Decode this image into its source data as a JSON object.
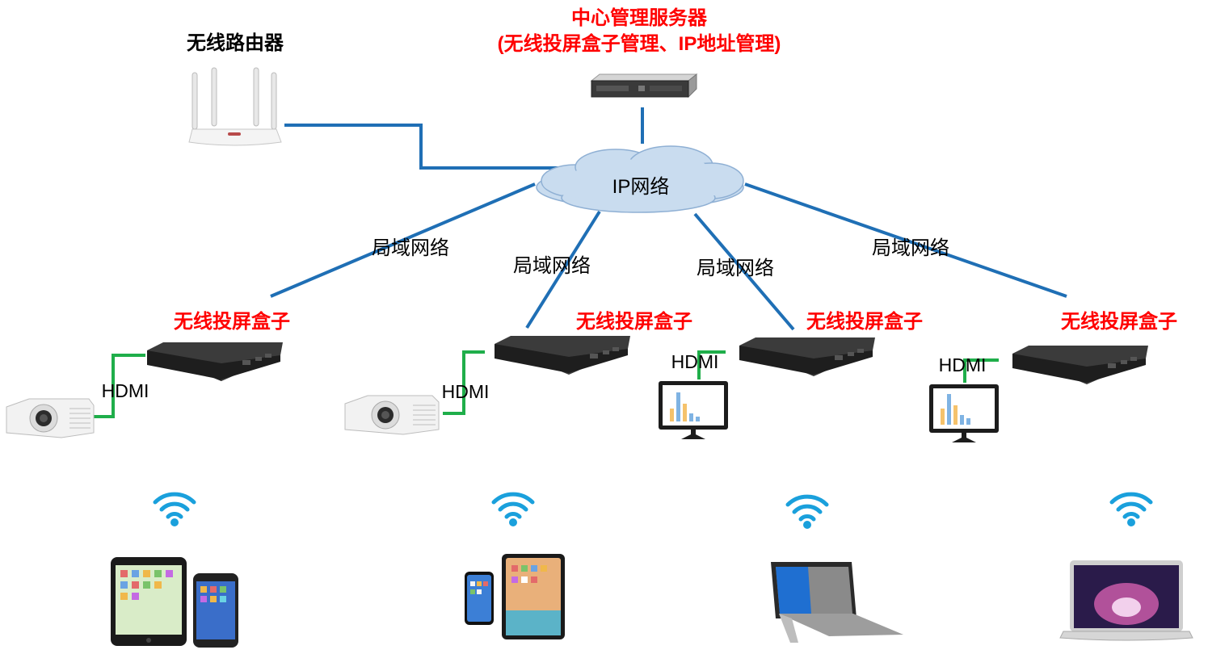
{
  "router": {
    "label": "无线路由器",
    "icon": "wireless-router-icon"
  },
  "server": {
    "label_line1": "中心管理服务器",
    "label_line2": "(无线投屏盒子管理、IP地址管理)",
    "icon": "rack-server-icon"
  },
  "cloud": {
    "label": "IP网络",
    "icon": "cloud-icon"
  },
  "lan_links": [
    {
      "label": "局域网络"
    },
    {
      "label": "局域网络"
    },
    {
      "label": "局域网络"
    },
    {
      "label": "局域网络"
    }
  ],
  "boxes": [
    {
      "label": "无线投屏盒子",
      "hdmi": "HDMI",
      "display": "projector-icon",
      "clients": [
        "tablet-icon",
        "phone-icon"
      ]
    },
    {
      "label": "无线投屏盒子",
      "hdmi": "HDMI",
      "display": "projector-icon",
      "clients": [
        "phone-icon",
        "tablet-icon"
      ]
    },
    {
      "label": "无线投屏盒子",
      "hdmi": "HDMI",
      "display": "monitor-icon",
      "clients": [
        "laptop-icon"
      ]
    },
    {
      "label": "无线投屏盒子",
      "hdmi": "HDMI",
      "display": "monitor-icon",
      "clients": [
        "laptop-icon"
      ]
    }
  ],
  "colors": {
    "network_line": "#1f6fb5",
    "hdmi_line": "#1fae4a",
    "highlight_text": "#ff0000",
    "wifi": "#1aa0dc",
    "cloud_fill": "#c9dcef"
  }
}
